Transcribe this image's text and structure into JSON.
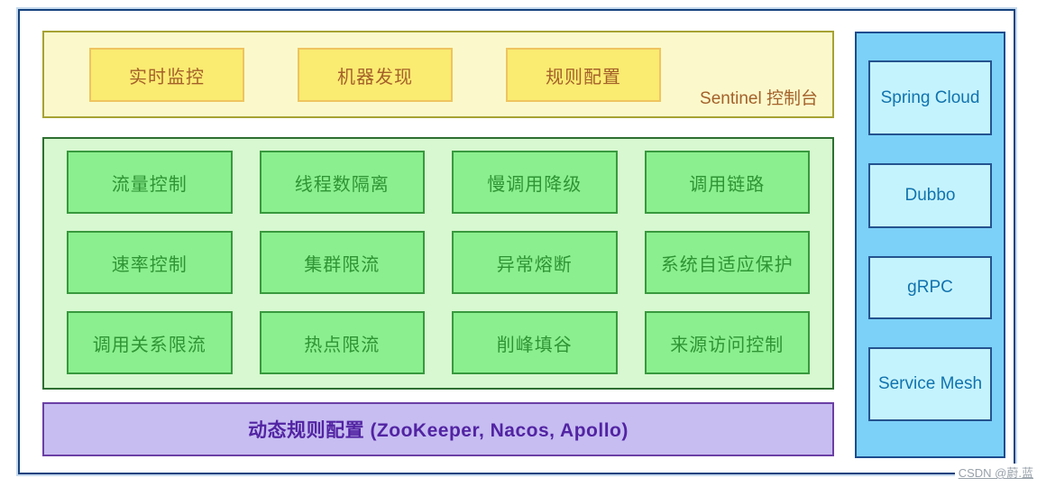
{
  "console": {
    "title": "Sentinel 控制台",
    "items": [
      {
        "label": "实时监控"
      },
      {
        "label": "机器发现"
      },
      {
        "label": "规则配置"
      }
    ]
  },
  "core": {
    "items": [
      {
        "label": "流量控制"
      },
      {
        "label": "线程数隔离"
      },
      {
        "label": "慢调用降级"
      },
      {
        "label": "调用链路"
      },
      {
        "label": "速率控制"
      },
      {
        "label": "集群限流"
      },
      {
        "label": "异常熔断"
      },
      {
        "label": "系统自适应保护"
      },
      {
        "label": "调用关系限流"
      },
      {
        "label": "热点限流"
      },
      {
        "label": "削峰填谷"
      },
      {
        "label": "来源访问控制"
      }
    ]
  },
  "dynamic_rules": {
    "label": "动态规则配置 (ZooKeeper, Nacos, Apollo)"
  },
  "adapters": {
    "items": [
      {
        "label": "Spring Cloud"
      },
      {
        "label": "Dubbo"
      },
      {
        "label": "gRPC"
      },
      {
        "label": "Service Mesh"
      }
    ]
  },
  "watermark": {
    "label": "CSDN @蔚.蓝"
  },
  "colors": {
    "frame_border": "#16427e",
    "console_bg": "#fbf9cb",
    "console_border": "#a6a233",
    "console_item_bg": "#faeb71",
    "console_item_border": "#efc45f",
    "console_text": "#a4612a",
    "core_bg": "#d7f8d0",
    "core_border": "#2d6f31",
    "core_item_bg": "#8cef8f",
    "core_item_border": "#38993e",
    "core_text": "#2e9434",
    "rules_bg": "#c7bdf1",
    "rules_border": "#6b3fa5",
    "rules_text": "#5224a3",
    "adapters_bg": "#7cd1f8",
    "adapters_border": "#1d4c8f",
    "adapters_item_bg": "#c5f3fd",
    "adapters_text": "#1173ae"
  }
}
